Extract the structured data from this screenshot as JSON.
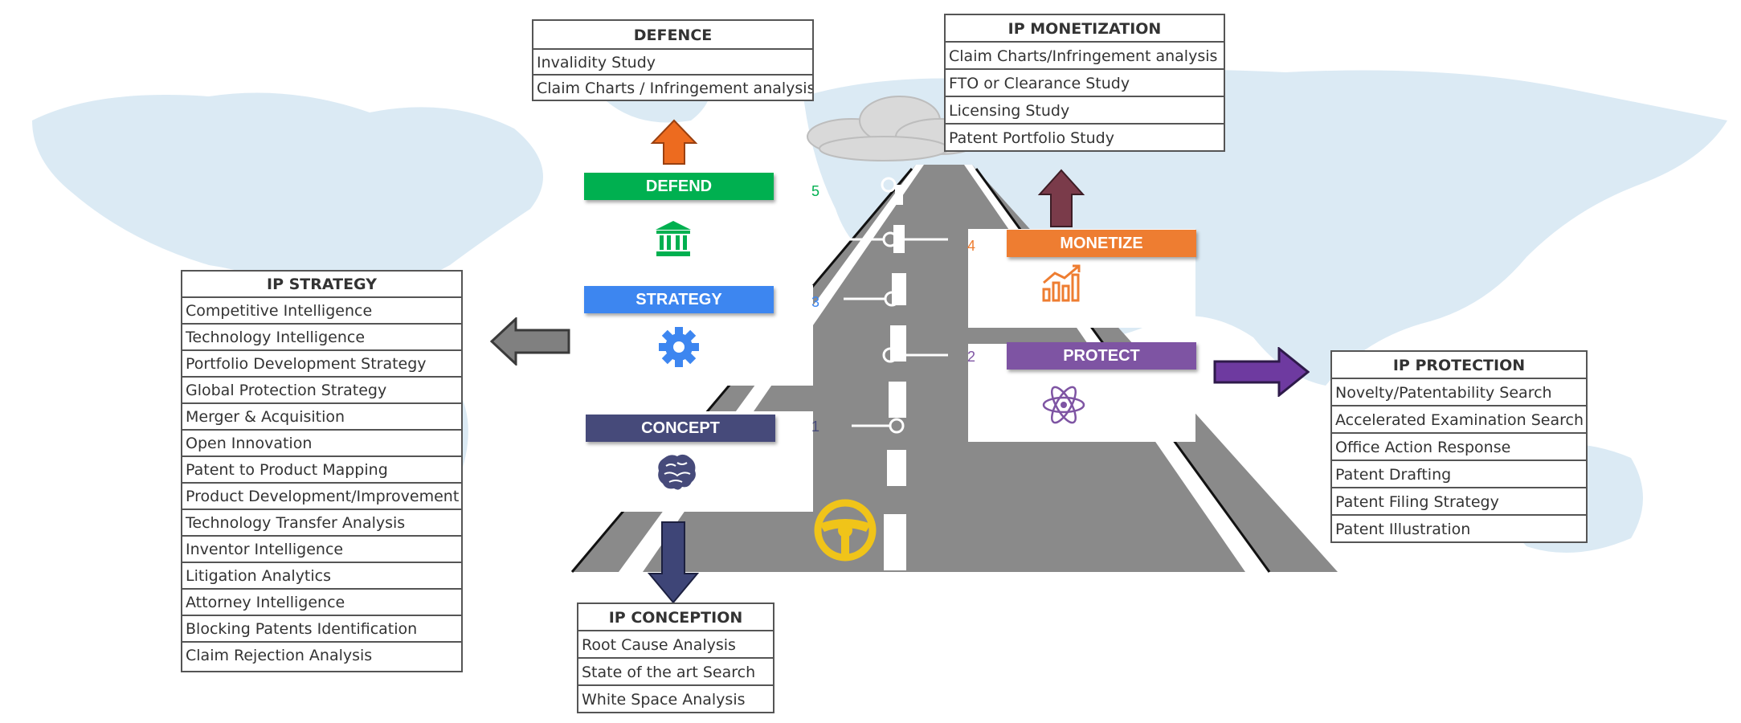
{
  "colors": {
    "defend": "#00b050",
    "strategy": "#3d86f0",
    "concept": "#464a7a",
    "monetize": "#ee7d31",
    "protect": "#7e54a3",
    "monetize_arrow": "#7a3b4a",
    "defend_arrow": "#ed6b1f",
    "strategy_arrow": "#808080",
    "protect_arrow": "#6e3aa0",
    "concept_arrow": "#3e4577",
    "road": "#7a7a7a",
    "wheel": "#f0c419"
  },
  "stages": [
    {
      "id": "defend",
      "label": "DEFEND",
      "number": "5",
      "icon": "bank-icon"
    },
    {
      "id": "strategy",
      "label": "STRATEGY",
      "number": "3",
      "icon": "gear-icon"
    },
    {
      "id": "concept",
      "label": "CONCEPT",
      "number": "1",
      "icon": "brain-icon"
    },
    {
      "id": "monetize",
      "label": "MONETIZE",
      "number": "4",
      "icon": "chart-growth-icon"
    },
    {
      "id": "protect",
      "label": "PROTECT",
      "number": "2",
      "icon": "atom-icon"
    }
  ],
  "boxes": {
    "defence": {
      "title": "DEFENCE",
      "items": [
        "Invalidity Study",
        "Claim Charts / Infringement analysis"
      ]
    },
    "ip_monetization": {
      "title": "IP MONETIZATION",
      "items": [
        "Claim Charts/Infringement analysis",
        "FTO or Clearance Study",
        "Licensing Study",
        "Patent Portfolio Study"
      ]
    },
    "ip_strategy": {
      "title": "IP STRATEGY",
      "items": [
        "Competitive Intelligence",
        "Technology Intelligence",
        "Portfolio Development Strategy",
        "Global Protection Strategy",
        "Merger & Acquisition",
        "Open Innovation",
        "Patent to Product Mapping",
        "Product Development/Improvement",
        "Technology Transfer Analysis",
        "Inventor Intelligence",
        "Litigation Analytics",
        "Attorney Intelligence",
        "Blocking Patents Identification",
        "Claim Rejection Analysis"
      ]
    },
    "ip_protection": {
      "title": "IP PROTECTION",
      "items": [
        "Novelty/Patentability Search",
        "Accelerated Examination Search",
        "Office Action Response",
        "Patent Drafting",
        "Patent Filing Strategy",
        "Patent Illustration"
      ]
    },
    "ip_conception": {
      "title": "IP CONCEPTION",
      "items": [
        "Root Cause Analysis",
        "State of the art Search",
        "White Space Analysis"
      ]
    }
  }
}
